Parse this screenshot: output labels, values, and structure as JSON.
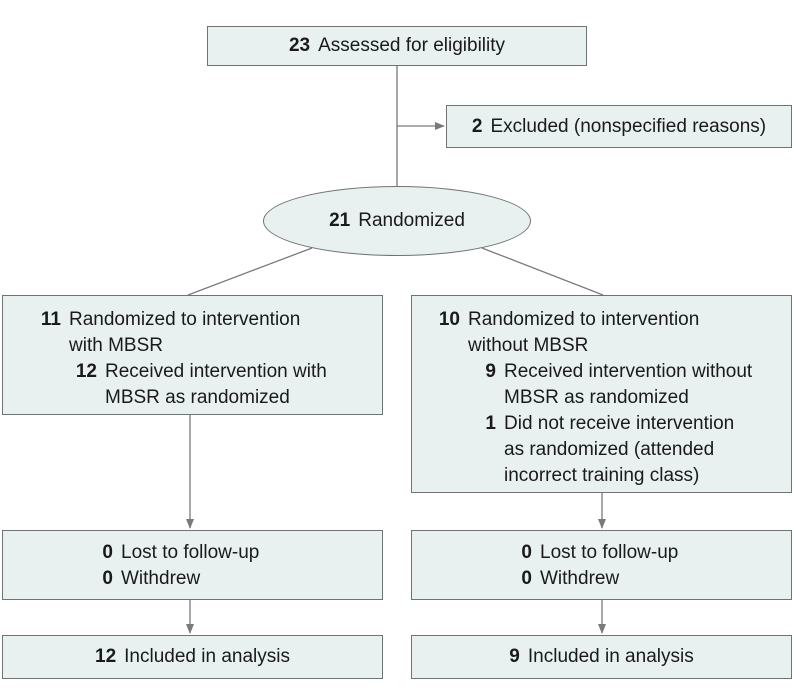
{
  "assessed": {
    "count": "23",
    "label": "Assessed for eligibility"
  },
  "excluded": {
    "count": "2",
    "label": "Excluded (nonspecified reasons)"
  },
  "randomized": {
    "count": "21",
    "label": "Randomized"
  },
  "left_alloc": {
    "count": "11",
    "label_l1": "Randomized to intervention",
    "label_l2": "with MBSR",
    "sub_count": "12",
    "sub_l1": "Received intervention with",
    "sub_l2": "MBSR as randomized"
  },
  "right_alloc": {
    "count": "10",
    "label_l1": "Randomized to intervention",
    "label_l2": "without MBSR",
    "sub1_count": "9",
    "sub1_l1": "Received intervention without",
    "sub1_l2": "MBSR as randomized",
    "sub2_count": "1",
    "sub2_l1": "Did not receive intervention",
    "sub2_l2": "as randomized (attended",
    "sub2_l3": "incorrect training class)"
  },
  "left_follow": {
    "lost_count": "0",
    "lost_label": "Lost to follow-up",
    "withdrew_count": "0",
    "withdrew_label": "Withdrew"
  },
  "right_follow": {
    "lost_count": "0",
    "lost_label": "Lost to follow-up",
    "withdrew_count": "0",
    "withdrew_label": "Withdrew"
  },
  "left_analysis": {
    "count": "12",
    "label": "Included in analysis"
  },
  "right_analysis": {
    "count": "9",
    "label": "Included in analysis"
  },
  "colors": {
    "box_fill": "#e8f0f0",
    "border": "#6f7373",
    "line": "#7a7a7a"
  }
}
